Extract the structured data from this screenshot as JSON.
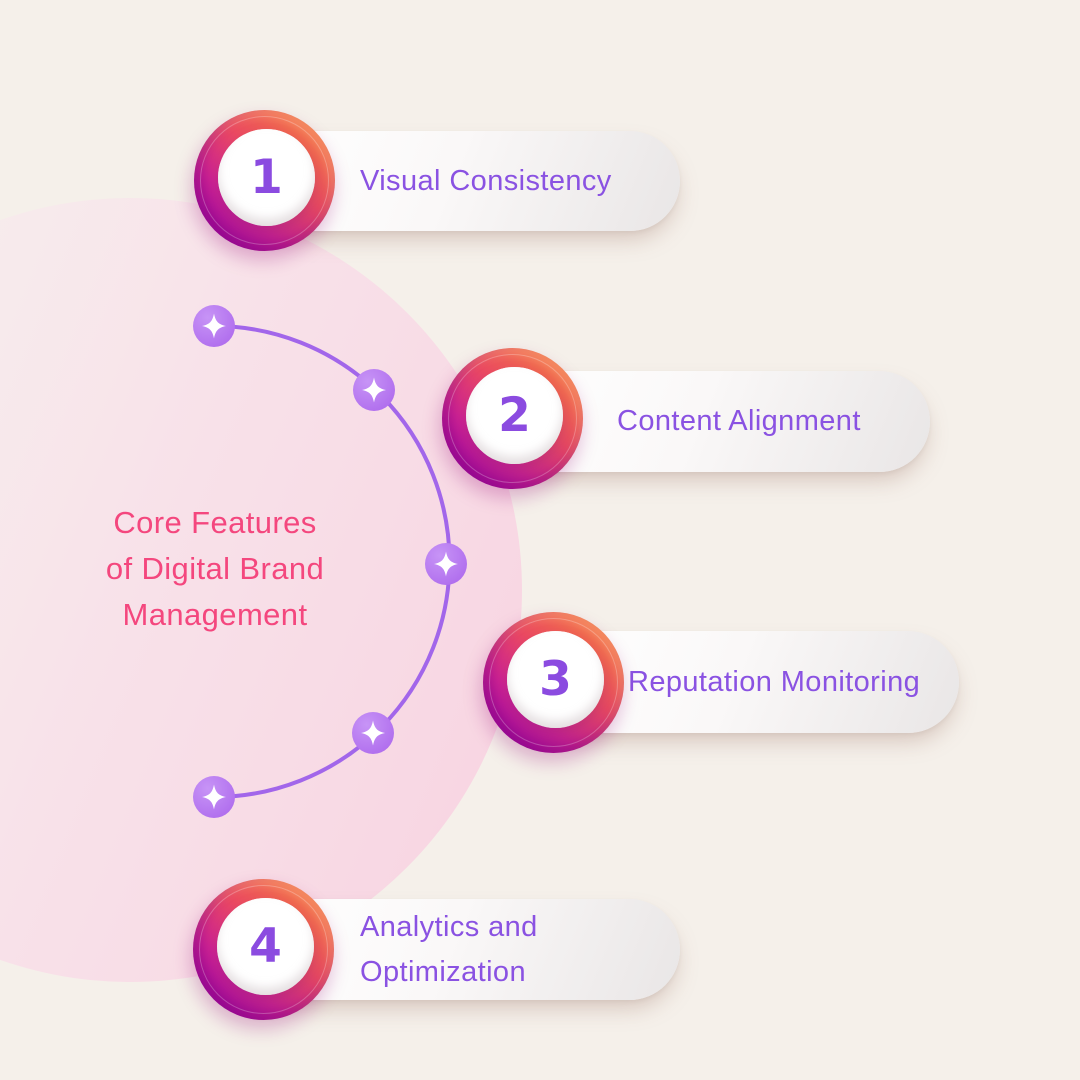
{
  "infographic": {
    "title": {
      "line1": "Core Features",
      "line2": "of Digital Brand",
      "line3": "Management"
    },
    "items": [
      {
        "number": "1",
        "label": "Visual Consistency"
      },
      {
        "number": "2",
        "label": "Content Alignment"
      },
      {
        "number": "3",
        "label": "Reputation Monitoring"
      },
      {
        "number": "4",
        "label": "Analytics and Optimization"
      }
    ],
    "decorations": {
      "sparkle_icon": "four-point-star",
      "sparkle_count": 5,
      "arc": "right-half-circle timeline connecting sparkles"
    },
    "colors": {
      "background": "#f5f0ea",
      "blob_pink": "#f8d5e2",
      "ring_orange": "#f5823d",
      "ring_pink_red": "#eb4a62",
      "ring_magenta": "#d02395",
      "ring_purple": "#a806ae",
      "number_purple": "#8b4be0",
      "label_purple": "#8a52e2",
      "title_pink": "#f4477e",
      "arc_purple": "#a266ea",
      "sparkle_purple": "#b377ec",
      "pill_gradient_end": "#e9e6e6"
    }
  }
}
